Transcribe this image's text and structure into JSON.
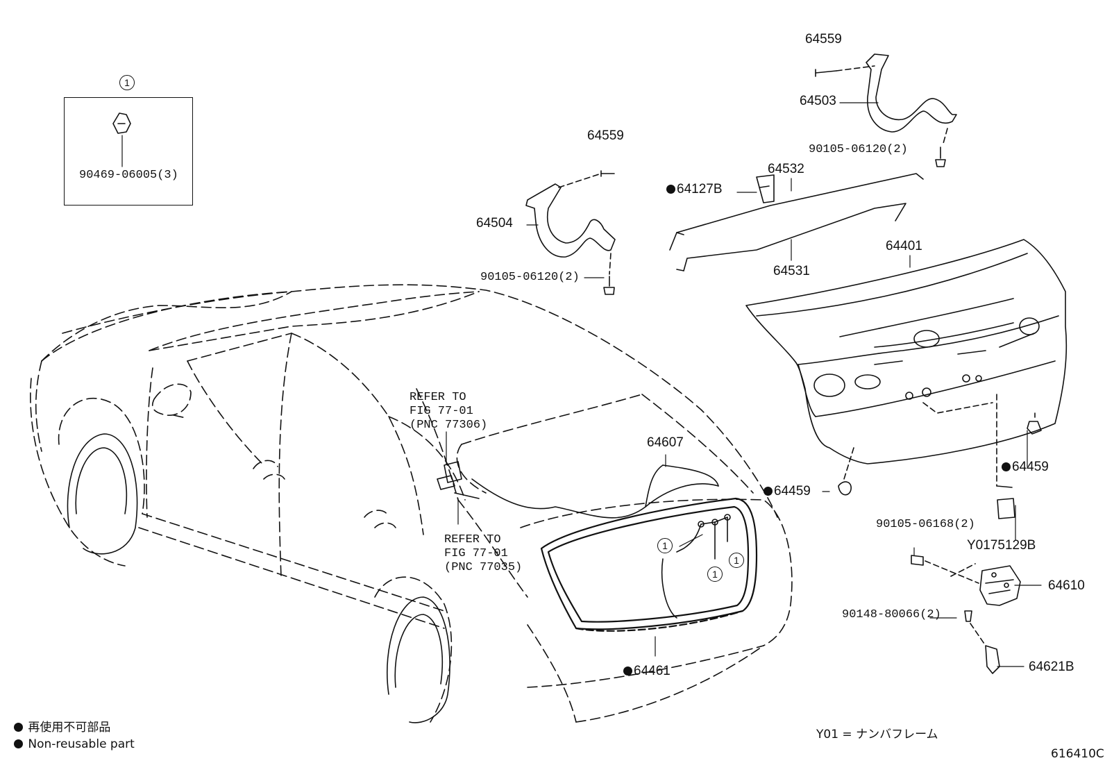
{
  "inset": {
    "ref": "1",
    "part": "90469-06005(3)"
  },
  "parts": {
    "p64559_top": "64559",
    "p64503": "64503",
    "p90105_top": "90105-06120(2)",
    "p64559_left": "64559",
    "p64532": "64532",
    "p64127B": "64127B",
    "p64504": "64504",
    "p64531": "64531",
    "p64401": "64401",
    "p90105_left": "90105-06120(2)",
    "p64607": "64607",
    "p64459_right": "64459",
    "p64459_left": "64459",
    "pY01": "Y0175129B",
    "p90105_06168": "90105-06168(2)",
    "p64610": "64610",
    "p90148": "90148-80066(2)",
    "p64621B": "64621B",
    "p64461": "64461"
  },
  "refer_upper": [
    "REFER TO",
    "FIG 77-01",
    "(PNC 77306)"
  ],
  "refer_lower": [
    "REFER TO",
    "FIG 77-01",
    "(PNC 77035)"
  ],
  "callouts": {
    "c1a": "1",
    "c1b": "1",
    "c1c": "1"
  },
  "legend": {
    "jp": "再使用不可部品",
    "en": "Non-reusable part",
    "y01": "Y01 = ナンバフレーム",
    "fig_code": "616410C"
  }
}
